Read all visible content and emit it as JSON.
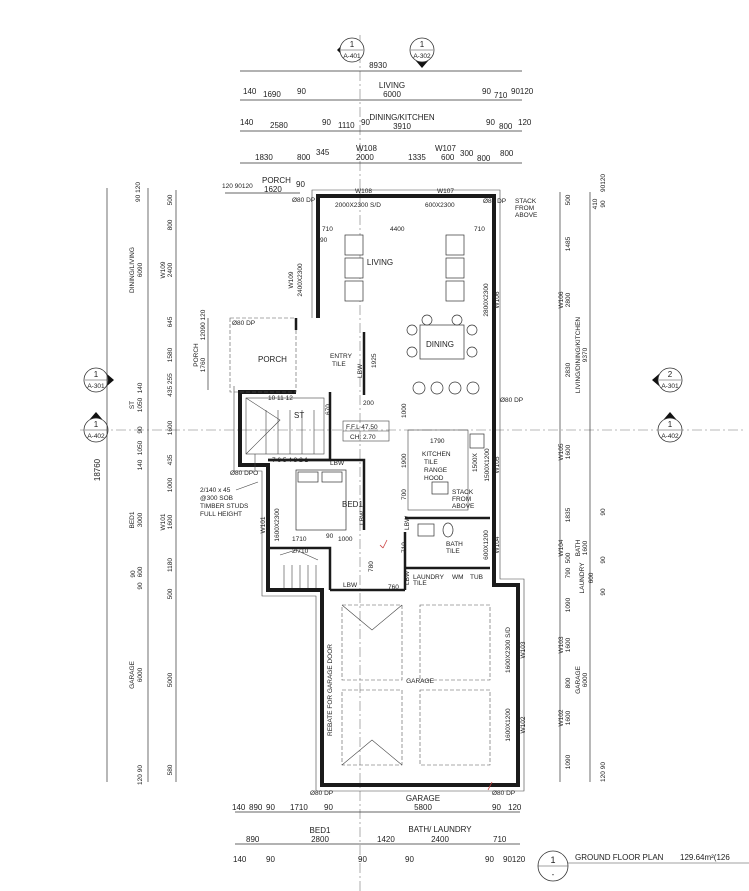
{
  "section_markers": [
    {
      "num": "1",
      "sheet": "A-401"
    },
    {
      "num": "1",
      "sheet": "A-302"
    },
    {
      "num": "1",
      "sheet": "A-301"
    },
    {
      "num": "1",
      "sheet": "A-402"
    },
    {
      "num": "2",
      "sheet": "A-301"
    },
    {
      "num": "1",
      "sheet": "A-402"
    }
  ],
  "top_dims": {
    "overall": "8930",
    "row1": [
      "140",
      "1690",
      "90",
      "LIVING",
      "6000",
      "90",
      "710",
      "90120"
    ],
    "row2": [
      "140",
      "2580",
      "90",
      "1110",
      "90",
      "DINING/KITCHEN",
      "3910",
      "90",
      "800",
      "120"
    ],
    "row3": [
      "1830",
      "800",
      "345",
      "W108",
      "2000",
      "1335",
      "W107",
      "600",
      "300",
      "800",
      "800"
    ],
    "row4": [
      "120 90120",
      "PORCH",
      "1620",
      "90"
    ]
  },
  "left_dims": {
    "overall": "18760",
    "mid": [
      "90 120",
      "DINING/LIVING",
      "6090",
      "ST",
      "1050",
      "140",
      "90",
      "1050",
      "140",
      "BED1",
      "3000",
      "90",
      "600",
      "90",
      "GARAGE",
      "6000",
      "120 90"
    ],
    "inner": [
      "500",
      "800",
      "W109",
      "2400",
      "645",
      "1580",
      "435 255",
      "1600",
      "435",
      "1000",
      "W101",
      "1600",
      "1180",
      "500",
      "5000",
      "580"
    ],
    "porch": [
      "PORCH",
      "12090 120",
      "1760"
    ]
  },
  "right_dims": {
    "outer": [
      "500",
      "1485",
      "W106",
      "2800",
      "2830",
      "W105",
      "1600",
      "1835",
      "W104",
      "500",
      "790",
      "1090",
      "W103",
      "1600",
      "800",
      "W102",
      "1600",
      "1090"
    ],
    "mid": [
      "410",
      "90",
      "90120",
      "LIVING/DINING/KITCHEN",
      "9370",
      "BATH",
      "1600",
      "LAUNDRY",
      "600",
      "GARAGE",
      "6000",
      "90",
      "90",
      "90",
      "120 90"
    ]
  },
  "bottom_dims": {
    "row1": [
      "140",
      "890",
      "90",
      "1710",
      "90",
      "GARAGE",
      "5800",
      "90",
      "120"
    ],
    "row2": [
      "890",
      "BED1",
      "2800",
      "1420",
      "BATH/ LAUNDRY",
      "2400",
      "710"
    ],
    "row3": [
      "140",
      "90",
      "90",
      "90",
      "90",
      "90120"
    ]
  },
  "rooms": {
    "living": "LIVING",
    "dining": "DINING",
    "entry": "ENTRY",
    "entry_finish": "TILE",
    "porch": "PORCH",
    "stair": "ST",
    "ffl": "F.F.L 47.50",
    "ch": "CH: 2.70",
    "kitchen": "KITCHEN",
    "kitchen_notes": [
      "TILE",
      "RANGE",
      "HOOD"
    ],
    "stack": [
      "STACK",
      "FROM",
      "ABOVE"
    ],
    "bed1": "BED1",
    "bath": "BATH",
    "bath_finish": "TILE",
    "laundry": "LAUNDRY",
    "laundry_finish": "TILE",
    "wm": "WM",
    "tub": "TUB",
    "garage": "GARAGE",
    "rebate": "REBATE FOR GARAGE DOOR"
  },
  "annotations": {
    "w108": "W108",
    "w108_size": "2000X2300 S/D",
    "w107": "W107",
    "w107_size": "600X2300",
    "stack_top": [
      "STACK",
      "FROM",
      "ABOVE"
    ],
    "dp": "Ø80 DP",
    "dpo": "Ø80 DPO",
    "w109": "W109",
    "w109_size": "2400X2300",
    "w106": "W106",
    "w106_size": "2800X2300",
    "w105": "W105",
    "w105_size": "1500X1200",
    "w104": "W104",
    "w104_size": "600X1200",
    "w101": "W101",
    "w101_size": "1600X2300",
    "w103": "W103",
    "w103_size": "1600X2300 S/D",
    "w102": "W102",
    "w102_size": "1600X1200",
    "lbw": "LBW",
    "inner": [
      "4400",
      "710",
      "90",
      "710",
      "1925",
      "200",
      "670",
      "1000",
      "1790",
      "1900",
      "700",
      "710",
      "780",
      "760",
      "1710",
      "90",
      "1000",
      "2/710",
      "1500X",
      "10 11 12",
      "7 6 5 4 3 2 1"
    ],
    "stud_note": [
      "2/140 x 45",
      "@300 SOB",
      "TIMBER STUDS",
      "FULL HEIGHT"
    ]
  },
  "title_block": {
    "plan_number": "1",
    "plan_scale": "-",
    "title": "GROUND FLOOR PLAN",
    "area": "129.64m²(126"
  }
}
